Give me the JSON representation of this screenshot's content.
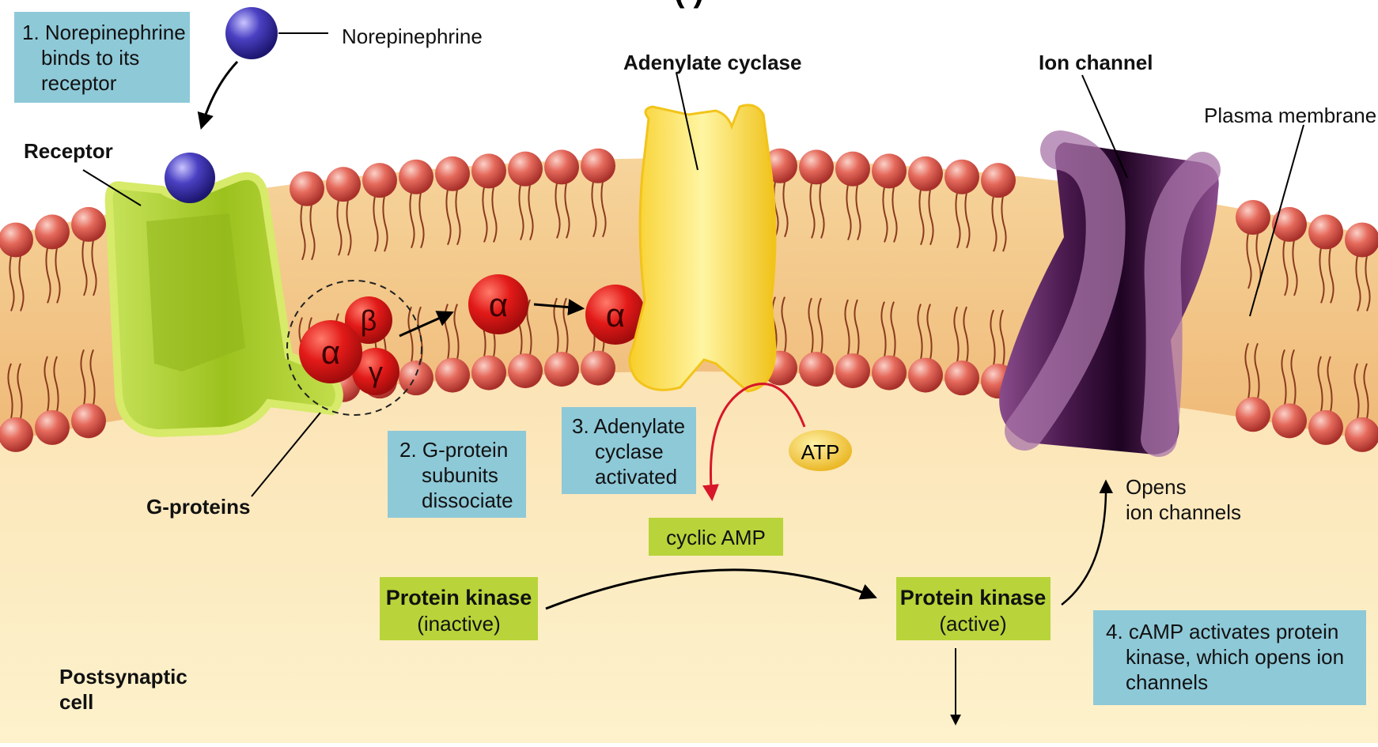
{
  "title_partial": "(   )",
  "labels": {
    "norepinephrine": "Norepinephrine",
    "receptor": "Receptor",
    "adenylate_cyclase": "Adenylate cyclase",
    "ion_channel": "Ion channel",
    "plasma_membrane": "Plasma membrane",
    "g_proteins": "G-proteins",
    "atp": "ATP",
    "cyclic_amp": "cyclic AMP",
    "opens_ion_channels": [
      "Opens",
      "ion channels"
    ],
    "postsynaptic_cell": [
      "Postsynaptic",
      "cell"
    ]
  },
  "subunits": {
    "alpha": "α",
    "beta": "β",
    "gamma": "γ"
  },
  "kinase_inactive": {
    "title": "Protein kinase",
    "state": "(inactive)"
  },
  "kinase_active": {
    "title": "Protein kinase",
    "state": "(active)"
  },
  "steps": {
    "step1": [
      "1. Norepinephrine",
      "binds to its",
      "receptor"
    ],
    "step2": [
      "2. G-protein",
      "subunits",
      "dissociate"
    ],
    "step3": [
      "3. Adenylate",
      "cyclase",
      "activated"
    ],
    "step4": [
      "4. cAMP activates protein",
      "kinase, which opens ion",
      "channels"
    ]
  },
  "colors": {
    "step_box": "#8ec9d8",
    "green_box": "#b8d43a",
    "receptor": "#a6c82a",
    "adenylate_cyclase": "#f7d84a",
    "ion_channel": "#6b2f6e",
    "phospholipid_head": "#e06b5e",
    "membrane_interior": "#f2c487",
    "cytoplasm": "#fbe9b8",
    "g_protein": "#e31b1b",
    "ligand": "#3b33a8"
  }
}
